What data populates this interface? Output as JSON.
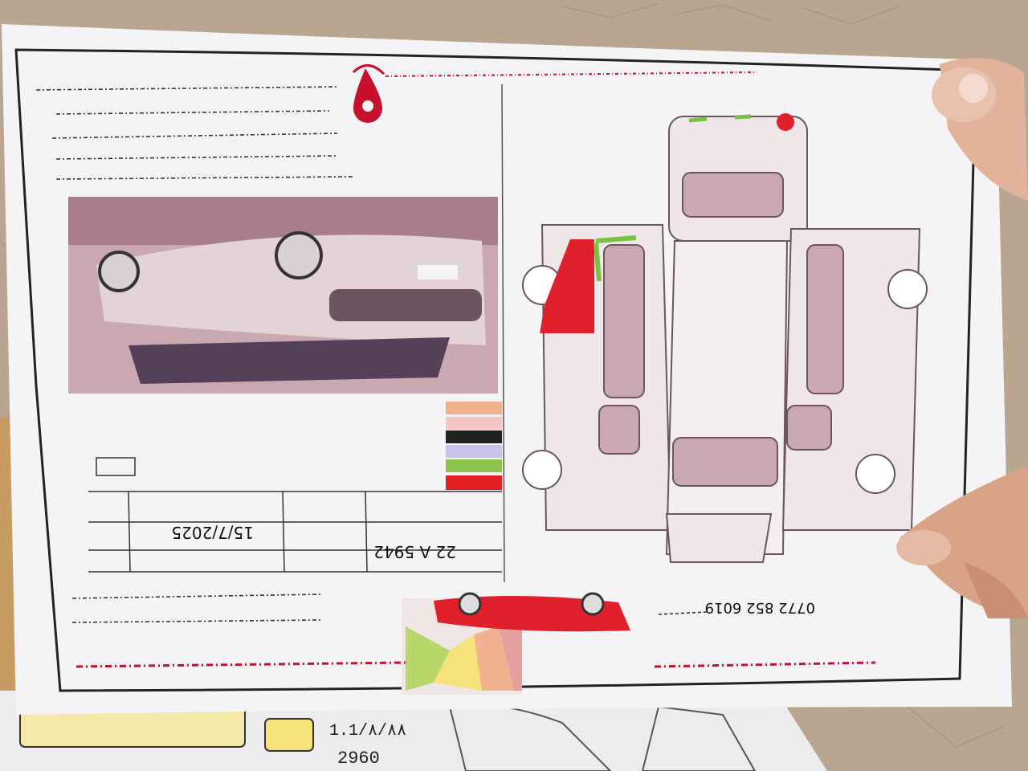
{
  "sheet": {
    "plate_number": "22 A 5942",
    "date": "15/7/2025",
    "phone": "0772 852 6019"
  },
  "under_sheet": {
    "code_text": "1.1/٨/٨٨",
    "number_text": "2960"
  },
  "legend": {
    "swatches": [
      "#f3b28f",
      "#f4c6c6",
      "#222222",
      "#c9c3ea",
      "#8dc34a",
      "#e02020"
    ]
  },
  "colors": {
    "ink_red": "#c8102e",
    "paint_red": "#e0202a",
    "paint_green": "#7bc143",
    "paper": "#f4f4f6",
    "leather": "#b9a895"
  }
}
